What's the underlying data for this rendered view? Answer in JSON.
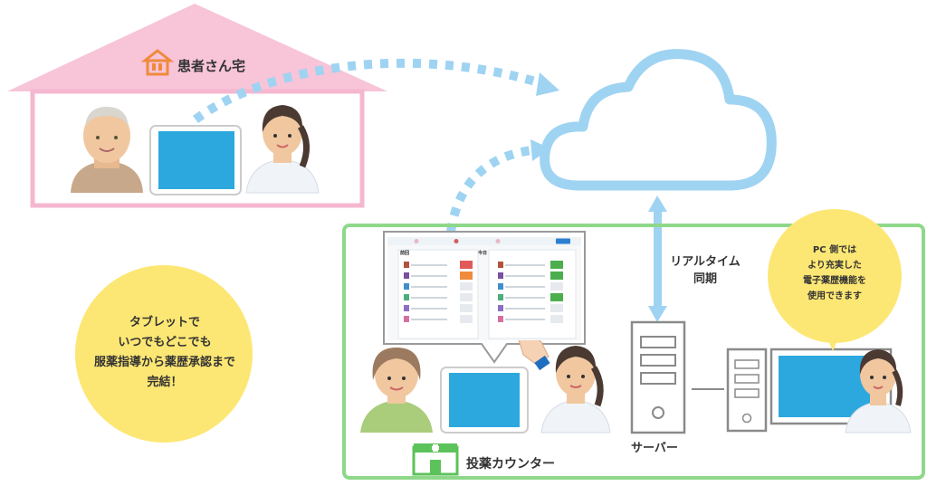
{
  "home": {
    "label": "患者さん宅"
  },
  "pharmacy": {
    "label": "投薬カウンター"
  },
  "server": {
    "label": "サーバー"
  },
  "sync": {
    "line1": "リアルタイム",
    "line2": "同期"
  },
  "tablet_bubble": {
    "lines": [
      "タブレットで",
      "いつでもどこでも",
      "服薬指導から薬歴承認まで",
      "完結！"
    ]
  },
  "pc_bubble": {
    "lines": [
      "PC 側では",
      "より充実した",
      "電子薬歴機能を",
      "使用できます"
    ]
  },
  "screen": {
    "left_header": "前回",
    "right_header": "今日"
  },
  "colors": {
    "house_pink": "#f7c4d8",
    "house_frame": "#f5b7cf",
    "cloud_blue": "#9fd3f2",
    "green_frame": "#8fd88a",
    "yellow": "#fde774",
    "tablet_blue": "#2da8df",
    "orange_icon": "#f08a3c"
  }
}
